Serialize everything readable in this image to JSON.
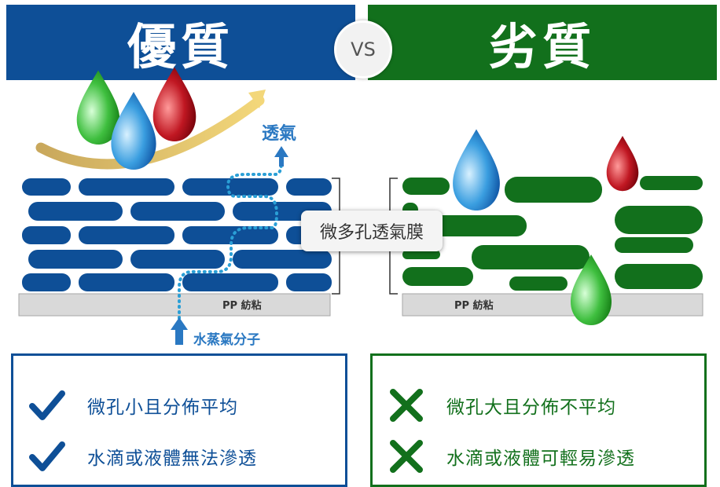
{
  "header": {
    "left_title": "優質",
    "vs_label": "VS",
    "right_title": "劣質"
  },
  "left": {
    "breathable_label": "透氣",
    "pp_label": "PP 紡粘",
    "vapor_label": "水蒸氣分子",
    "features": [
      "微孔小且分佈平均",
      "水滴或液體無法滲透"
    ]
  },
  "membrane_label": "微多孔透氣膜",
  "right": {
    "pp_label": "PP 紡粘",
    "features": [
      "微孔大且分佈不平均",
      "水滴或液體可輕易滲透"
    ]
  },
  "colors": {
    "blue": "#0e4f97",
    "green": "#12701c",
    "vapor": "#2a9fd6",
    "red_drop": "#b3121b",
    "green_drop": "#3fb43f"
  },
  "icons": [
    "check-icon",
    "cross-icon",
    "water-drop-icon",
    "arrow-up-icon"
  ]
}
